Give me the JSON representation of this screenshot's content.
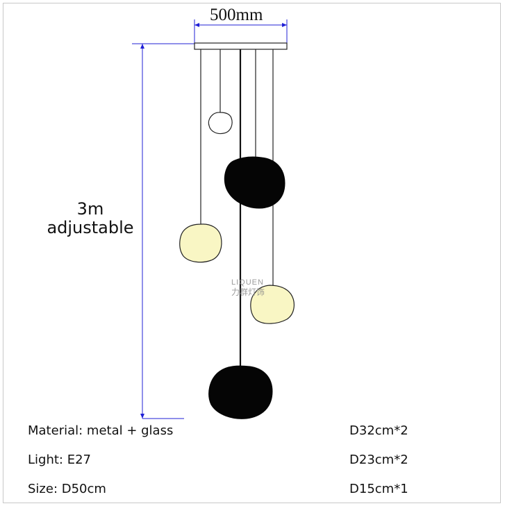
{
  "dimensions": {
    "width_label": "500mm",
    "height_label_line1": "3m",
    "height_label_line2": "adjustable"
  },
  "watermark": {
    "brand": "LIQUEN",
    "chinese": "力群灯饰"
  },
  "specs": {
    "material": "Material: metal + glass",
    "light": "Light: E27",
    "size": "Size: D50cm",
    "shade_counts": [
      "D32cm*2",
      "D23cm*2",
      "D15cm*1"
    ]
  },
  "colors": {
    "dimension_line": "#1f1fd6",
    "black_shade": "#050505",
    "glass_shade": "#f9f6c4",
    "outline": "#222222"
  }
}
